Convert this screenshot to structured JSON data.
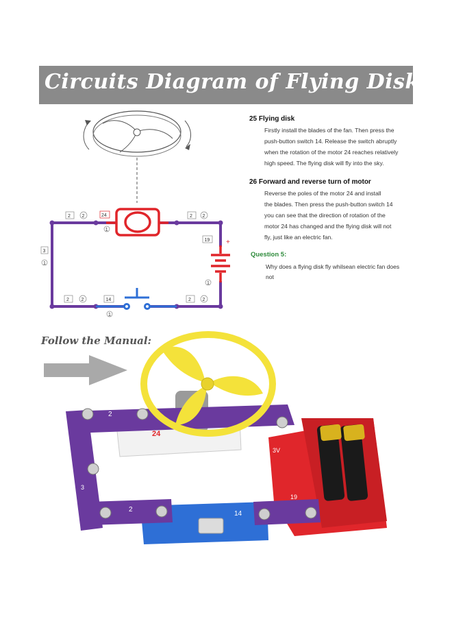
{
  "banner": {
    "title": "Circuits Diagram of Flying Disk"
  },
  "diagram": {
    "component_labels": {
      "wire_top_left_a": "2",
      "wire_top_left_b": "2",
      "motor": "24",
      "wire_top_right_a": "2",
      "wire_top_right_b": "2",
      "wire_left": "3",
      "battery": "19",
      "wire_bottom_left_a": "2",
      "wire_bottom_left_b": "2",
      "switch": "14",
      "wire_bottom_right_a": "2",
      "wire_bottom_right_b": "2",
      "level_marker": "1",
      "battery_plus": "+"
    }
  },
  "instructions": {
    "sections": [
      {
        "title": "25 Flying disk",
        "lines": [
          "Firstly install the blades of the fan. Then press the",
          "push-button switch 14. Release the switch abruptly",
          "when the rotation of the motor 24 reaches relatively",
          "high speed. The flying disk will fly into the sky."
        ]
      },
      {
        "title": "26 Forward and reverse turn of motor",
        "lines": [
          "Reverse the poles of the motor 24 and install",
          "the blades. Then press the push-button switch 14",
          "you can see that the direction of rotation of the",
          "motor 24 has changed and the flying disk will not",
          "fly, just like an electric fan."
        ]
      }
    ],
    "question": {
      "title": "Question 5:",
      "lines": [
        "Why does a flying disk fly whilsean electric fan does",
        "not"
      ]
    }
  },
  "manual": {
    "caption": "Follow the Manual:",
    "photo_labels": {
      "wire_top": "2",
      "motor": "24",
      "wire_left": "3",
      "wire_bottom_left": "2",
      "switch": "14",
      "battery": "19",
      "battery_voltage": "3V"
    }
  },
  "colors": {
    "banner_bg": "#8a8a8a",
    "wire_purple": "#6a3a9e",
    "motor_red": "#e0262b",
    "switch_blue": "#2e6fd6",
    "question_green": "#2e8b3b",
    "fan_yellow": "#f4e23a",
    "arrow_gray": "#a9a9a9"
  }
}
